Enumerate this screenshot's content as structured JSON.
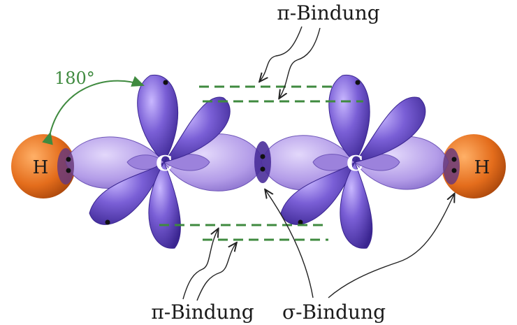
{
  "diagram": {
    "labels": {
      "pi_bond_top": "π-Bindung",
      "pi_bond_bottom": "π-Bindung",
      "sigma_bond": "σ-Bindung",
      "angle": "180°"
    },
    "atoms": {
      "carbon_left": "C",
      "carbon_right": "C",
      "hydrogen_left": "H",
      "hydrogen_right": "H"
    },
    "colors": {
      "p_orbital": "#6a4fc4",
      "sp_orbital": "#a98fe0",
      "hydrogen": "#e06a1a",
      "pi_dash": "#3f8a3f",
      "arrow": "#222222",
      "background": "#ffffff"
    }
  }
}
